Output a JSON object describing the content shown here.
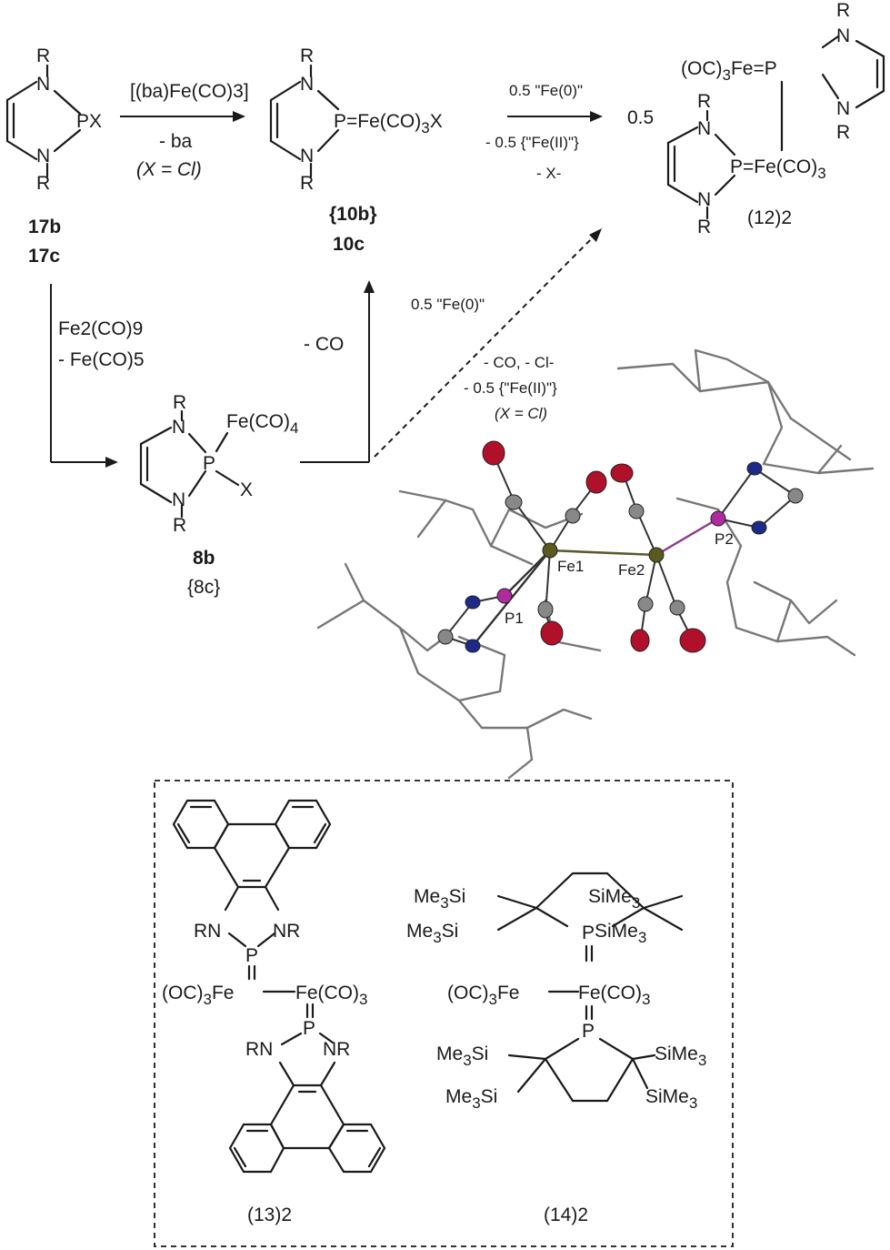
{
  "scheme": {
    "compounds": {
      "c17": {
        "top": "17b",
        "bottom": "17c"
      },
      "c10": {
        "top": "{10b}",
        "bottom": "10c"
      },
      "c8": {
        "top": "8b",
        "bottom": "{8c}"
      },
      "c12": {
        "prefix": "0.5",
        "name": "(12)2"
      },
      "c13": {
        "name": "(13)2"
      },
      "c14": {
        "name": "(14)2"
      }
    },
    "reagents": {
      "r1": {
        "above": "[(ba)Fe(CO)3]",
        "below1": "- ba",
        "below2": "(X = Cl)"
      },
      "r2": {
        "above": "0.5 \"Fe(0)\"",
        "below1": "- 0.5 {\"Fe(II)\"}",
        "below2": "- X-"
      },
      "r3": {
        "line1": "Fe2(CO)9",
        "line2": "- Fe(CO)5"
      },
      "r4": {
        "line1": "- CO"
      },
      "r5": {
        "line1": "0.5 \"Fe(0)\"",
        "line2": "- CO, - Cl-",
        "line3": "- 0.5 {\"Fe(II)\"}",
        "line4": "(X = Cl)"
      }
    },
    "crystal_labels": {
      "fe1": "Fe1",
      "fe2": "Fe2",
      "p1": "P1",
      "p2": "P2"
    }
  }
}
